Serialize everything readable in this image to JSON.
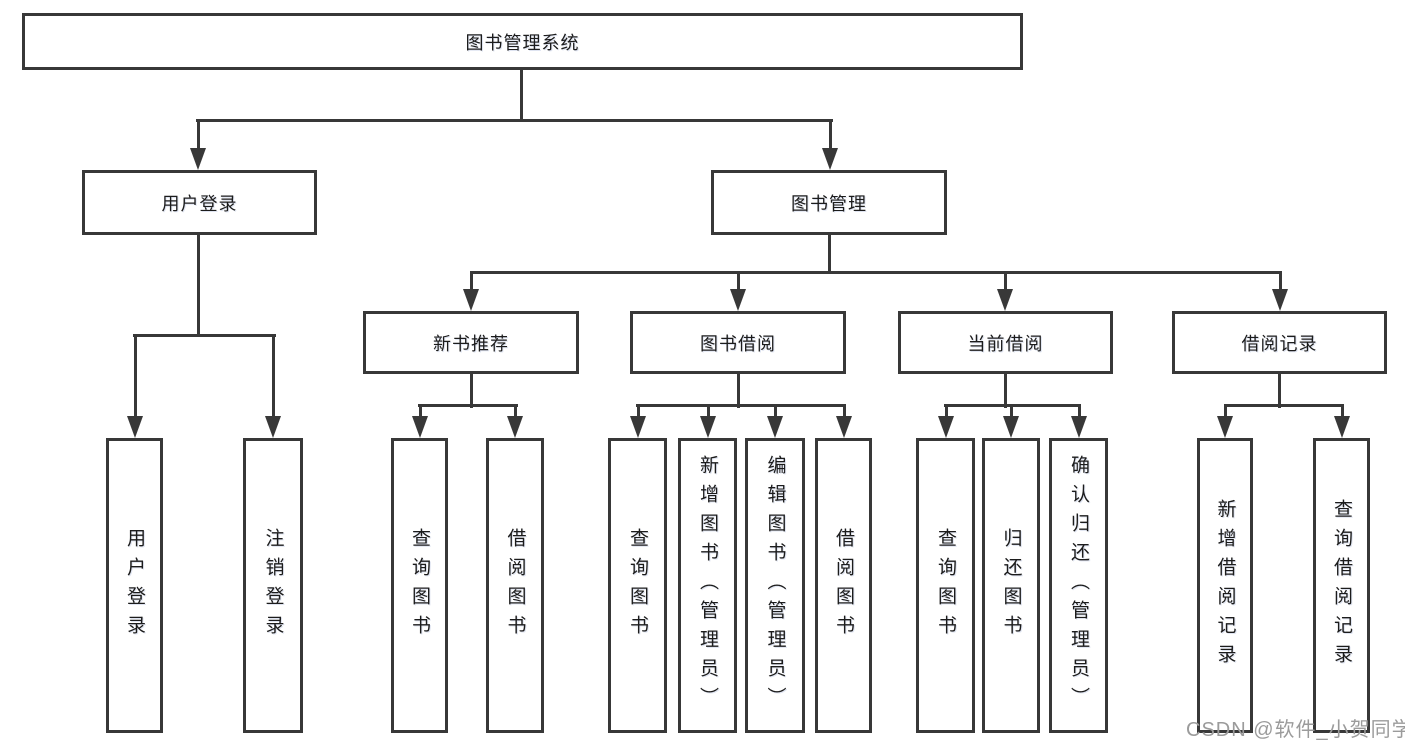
{
  "diagram": {
    "root": "图书管理系统",
    "level2": {
      "user_login": "用户登录",
      "book_mgmt": "图书管理"
    },
    "user_login_children": {
      "login": "用户登录",
      "logout": "注销登录"
    },
    "book_mgmt_children": {
      "new_book_rec": "新书推荐",
      "book_borrow": "图书借阅",
      "current_borrow": "当前借阅",
      "borrow_record": "借阅记录"
    },
    "new_book_rec_children": {
      "query_book": "查询图书",
      "borrow_book": "借阅图书"
    },
    "book_borrow_children": {
      "query_book": "查询图书",
      "add_book": "新增图书（管理员）",
      "edit_book": "编辑图书（管理员）",
      "borrow_book": "借阅图书"
    },
    "current_borrow_children": {
      "query_book": "查询图书",
      "return_book": "归还图书",
      "confirm_return": "确认归还（管理员）"
    },
    "borrow_record_children": {
      "add_record": "新增借阅记录",
      "query_record": "查询借阅记录"
    }
  },
  "watermark": "CSDN @软件_小贺同学",
  "colors": {
    "line": "#383838",
    "text": "#1c1c1c",
    "background": "#ffffff",
    "watermark": "#9b9b9b"
  }
}
